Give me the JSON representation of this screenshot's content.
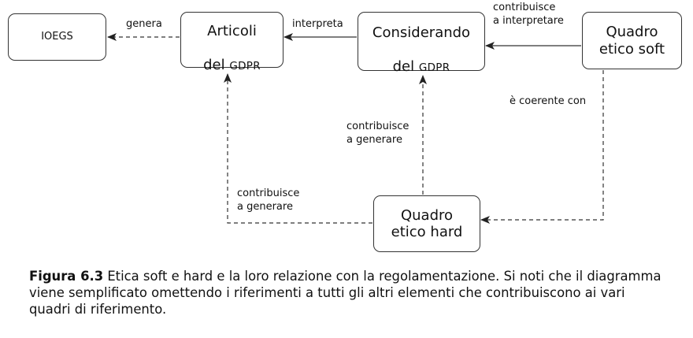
{
  "nodes": {
    "ioegs": "IOEGS",
    "articoli_line1": "Articoli",
    "articoli_line2_prefix": "del ",
    "articoli_line2_sc": "GDPR",
    "considerando_line1": "Considerando",
    "considerando_line2_prefix": "del ",
    "considerando_line2_sc": "GDPR",
    "soft": "Quadro\netico soft",
    "hard": "Quadro\netico hard"
  },
  "edges": {
    "genera": "genera",
    "interpreta": "interpreta",
    "contrib_interpretare": "contribuisce\na interpretare",
    "coerente": "è coerente con",
    "contrib_generare_cons": "contribuisce\na generare",
    "contrib_generare_art": "contribuisce\na generare"
  },
  "caption": {
    "label": "Figura 6.3",
    "text": "Etica soft e hard e la loro relazione con la regolamentazione. Si noti che il diagramma viene semplificato omettendo i riferimenti a tutti gli altri elementi che contribuiscono ai vari quadri di riferimento."
  },
  "colors": {
    "line": "#333333",
    "text": "#111111"
  }
}
